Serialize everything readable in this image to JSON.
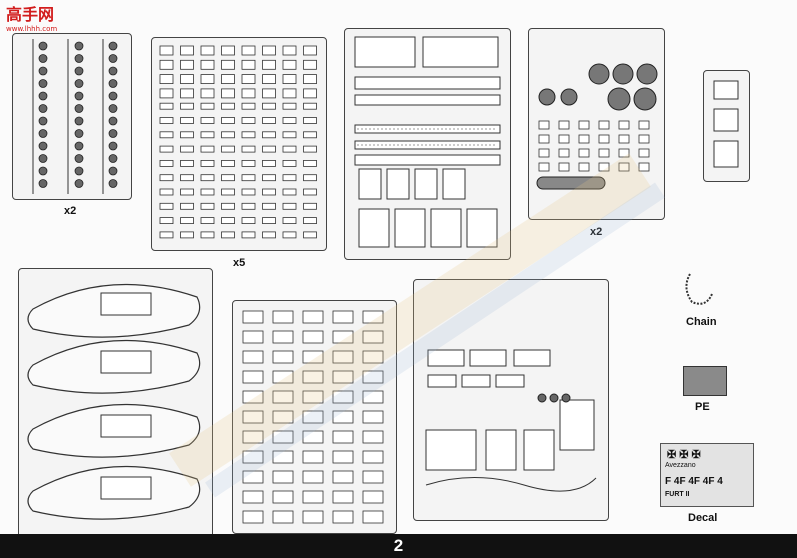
{
  "logo": {
    "main": "高手网",
    "sub": "www.lhhh.com"
  },
  "labels": {
    "sprue_a_qty": "x2",
    "sprue_b_qty": "x5",
    "sprue_d_qty": "x2",
    "chain": "Chain",
    "pe": "PE",
    "decal": "Decal"
  },
  "decal_text": {
    "codes": "F 4F  4F  4F 4",
    "line2": "Avezzano",
    "line3": "FURT II"
  },
  "page_number": "2"
}
